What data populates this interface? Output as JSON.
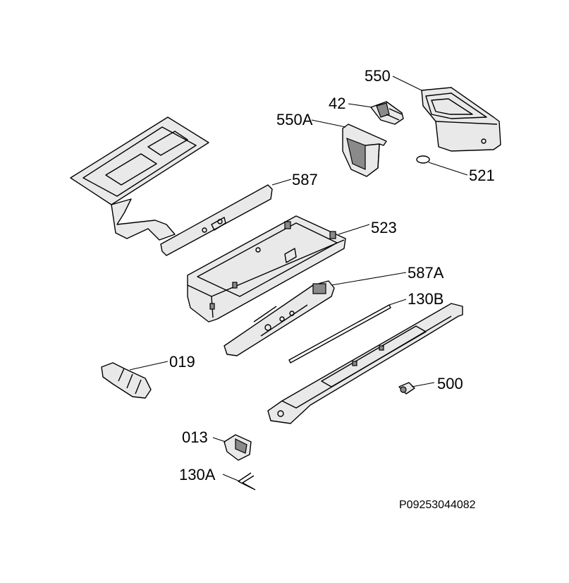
{
  "labels": {
    "p550": "550",
    "p42": "42",
    "p550A": "550A",
    "p521": "521",
    "p587": "587",
    "p523": "523",
    "p587A": "587A",
    "p130B": "130B",
    "p019": "019",
    "p500": "500",
    "p013": "013",
    "p130A": "130A"
  },
  "drawing_code": "P09253044082"
}
